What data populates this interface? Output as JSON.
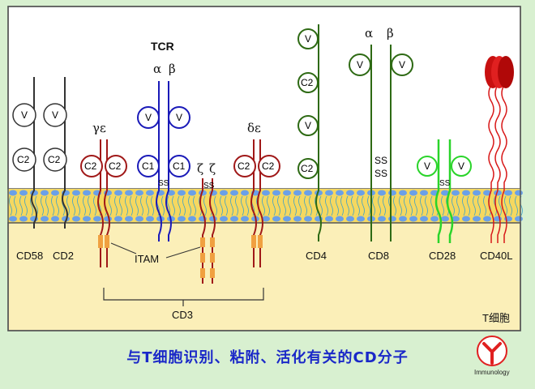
{
  "caption": "与T细胞识别、粘附、活化有关的CD分子",
  "cell_label": "T细胞",
  "logo_text": "Immunology",
  "labels": {
    "tcr": "TCR",
    "alpha": "α",
    "beta": "β",
    "gamma_eps": "γε",
    "delta_eps": "δε",
    "zeta": "ζ",
    "ss": "SS",
    "itam": "ITAM",
    "cd3": "CD3",
    "cd58": "CD58",
    "cd2": "CD2",
    "cd4": "CD4",
    "cd8": "CD8",
    "cd28": "CD28",
    "cd40l": "CD40L"
  },
  "domains": {
    "v": "V",
    "c1": "C1",
    "c2": "C2"
  },
  "colors": {
    "background": "#d8f0d0",
    "cytoplasm": "#fbefb8",
    "membrane": "#f5d860",
    "lipid_head": "#6aa0e8",
    "tcr": "#1a1ab8",
    "cd3": "#a01818",
    "cd4_cd8": "#2e6a14",
    "cd28": "#2ad42a",
    "cd40l": "#d81818",
    "itam": "#f0a040",
    "caption": "#1a28c8"
  }
}
